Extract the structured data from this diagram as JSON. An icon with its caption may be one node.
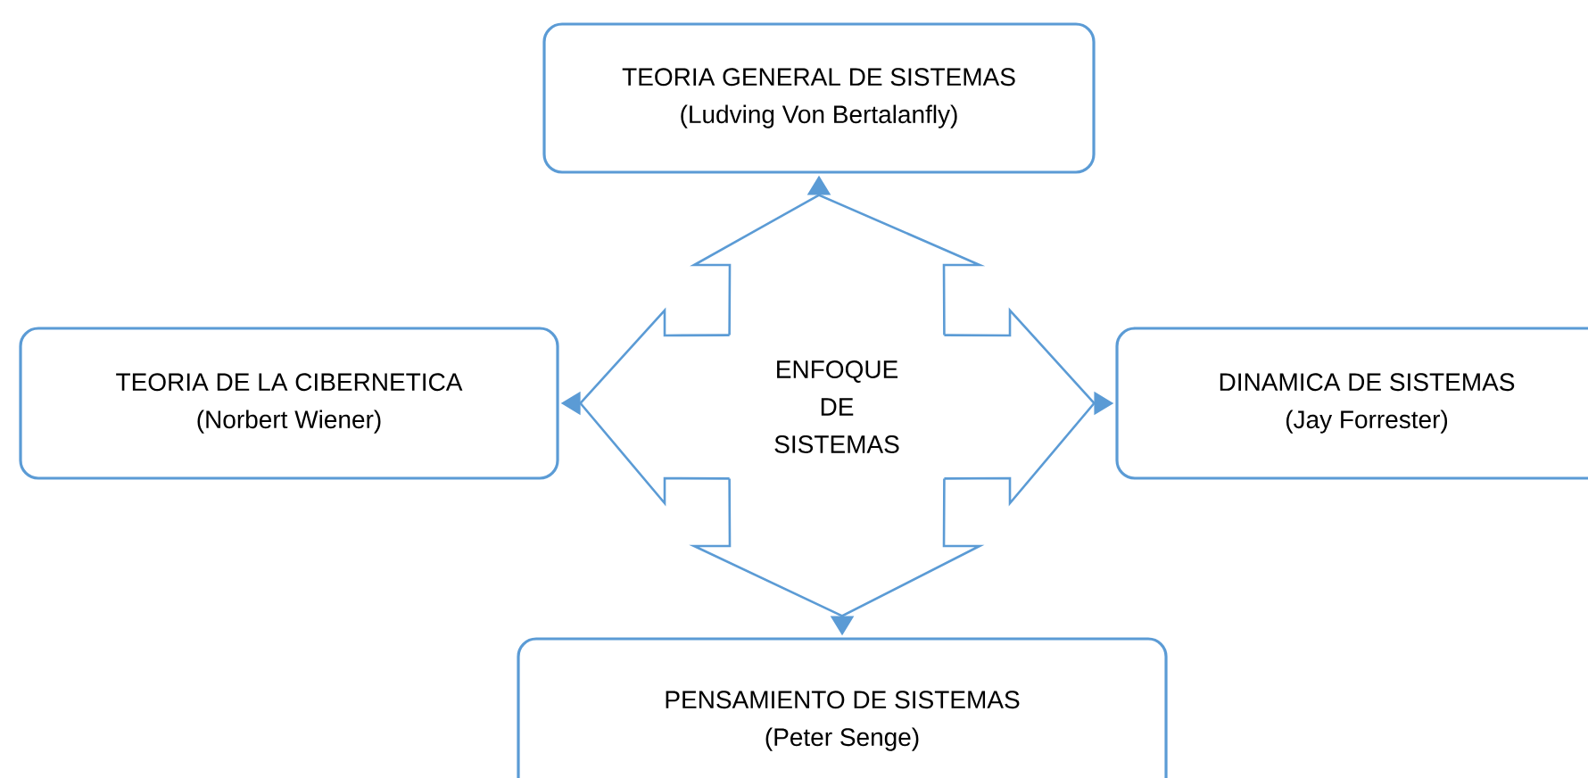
{
  "diagram": {
    "nodes": [
      {
        "text": [
          "TEORIA GENERAL DE SISTEMAS",
          "(Ludving Von Bertalanfly)"
        ]
      },
      {
        "text": [
          "TEORIA DE LA CIBERNETICA",
          "(Norbert Wiener)"
        ]
      },
      {
        "text": [
          "ENFOQUE DE SISTEMAS"
        ]
      },
      {
        "text": [
          "DINAMICA DE SISTEMAS",
          "(Jay Forrester)"
        ]
      },
      {
        "text": [
          "PENSAMIENTO DE SISTEMAS",
          "(Peter Senge)"
        ]
      }
    ],
    "edges": [
      {
        "from": 2,
        "to": 0,
        "arrow": "to"
      },
      {
        "from": 2,
        "to": 1,
        "arrow": "to"
      },
      {
        "from": 2,
        "to": 3,
        "arrow": "to"
      },
      {
        "from": 2,
        "to": 4,
        "arrow": "to"
      }
    ]
  }
}
